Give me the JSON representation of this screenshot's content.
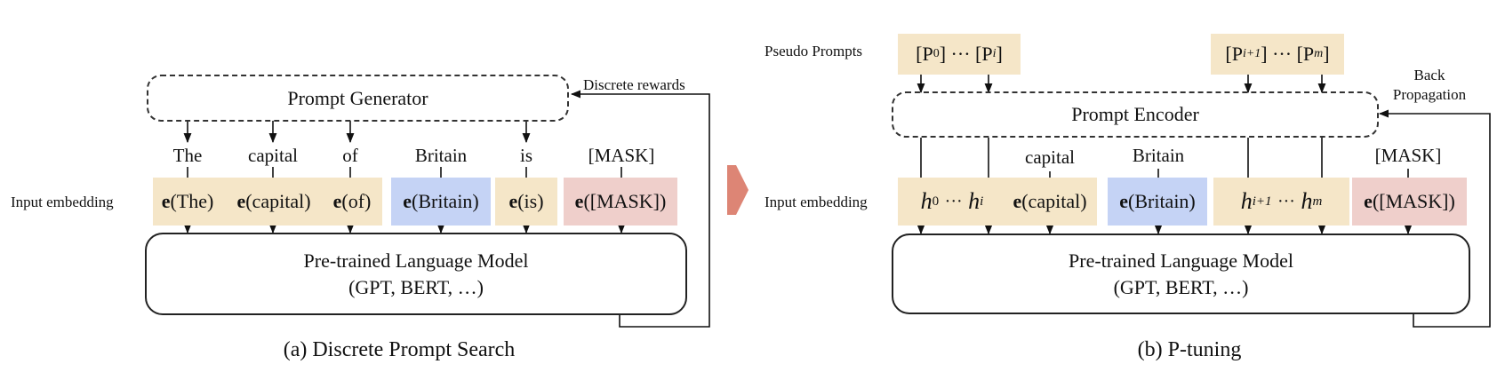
{
  "colors": {
    "yellow": "#f5e6c8",
    "blue": "#c5d3f5",
    "pink": "#efcfcb",
    "divider_arrow": "#dd8575",
    "line": "#111111"
  },
  "left": {
    "caption": "(a) Discrete Prompt Search",
    "generator_label": "Prompt Generator",
    "rewards_label": "Discrete rewards",
    "input_embedding_label": "Input embedding",
    "tokens": [
      "The",
      "capital",
      "of",
      "Britain",
      "is",
      "[MASK]"
    ],
    "embeddings": {
      "group1": [
        "e(The)",
        "e(capital)",
        "e(of)"
      ],
      "britain": "e(Britain)",
      "is": "e(is)",
      "mask": "e([MASK])"
    },
    "plm_title": "Pre-trained Language Model",
    "plm_sub": "(GPT, BERT, …)"
  },
  "right": {
    "caption": "(b) P-tuning",
    "pseudo_prompts_label": "Pseudo Prompts",
    "pseudo_prompt_1": "[P0] ··· [Pi]",
    "pseudo_prompt_2": "[Pi+1] ··· [Pm]",
    "encoder_label": "Prompt Encoder",
    "backprop_label_line1": "Back",
    "backprop_label_line2": "Propagation",
    "input_embedding_label": "Input embedding",
    "tokens": [
      "capital",
      "Britain",
      "[MASK]"
    ],
    "embeddings": {
      "h_group1": "h0 ··· hi",
      "capital": "e(capital)",
      "britain": "e(Britain)",
      "h_group2": "hi+1 ··· hm",
      "mask": "e([MASK])"
    },
    "plm_title": "Pre-trained Language Model",
    "plm_sub": "(GPT, BERT, …)"
  }
}
